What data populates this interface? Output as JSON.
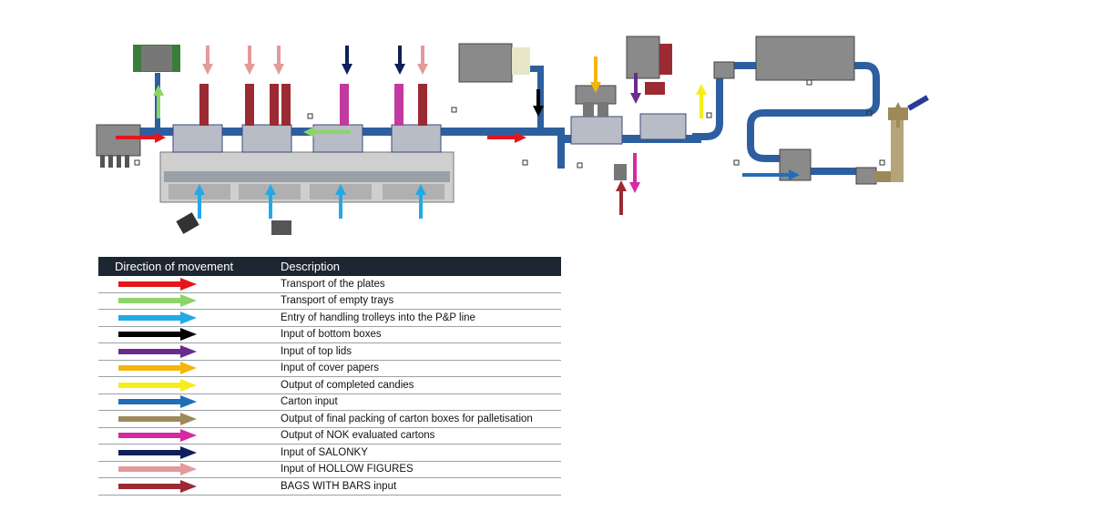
{
  "legend": {
    "header": {
      "col1": "Direction of movement",
      "col2": "Description"
    },
    "rows": [
      {
        "label": "Transport of the plates",
        "color": "#e4161c"
      },
      {
        "label": "Transport of empty trays",
        "color": "#8dd36a"
      },
      {
        "label": "Entry of handling trolleys into the P&P line",
        "color": "#22a9e6"
      },
      {
        "label": "Input of bottom boxes",
        "color": "#000000"
      },
      {
        "label": "Input of top lids",
        "color": "#6b2b8f"
      },
      {
        "label": "Input of cover papers",
        "color": "#f5b50c"
      },
      {
        "label": "Output of completed candies",
        "color": "#f5ee1b"
      },
      {
        "label": "Carton input",
        "color": "#1f6fb8"
      },
      {
        "label": "Output of final packing of carton boxes for palletisation",
        "color": "#9c8a5a"
      },
      {
        "label": "Output of NOK evaluated cartons",
        "color": "#d62aa3"
      },
      {
        "label": "Input of SALONKY",
        "color": "#0f1f5a"
      },
      {
        "label": "Input of HOLLOW FIGURES",
        "color": "#e39a9a"
      },
      {
        "label": "BAGS WITH BARS input",
        "color": "#9b2a32"
      }
    ]
  }
}
